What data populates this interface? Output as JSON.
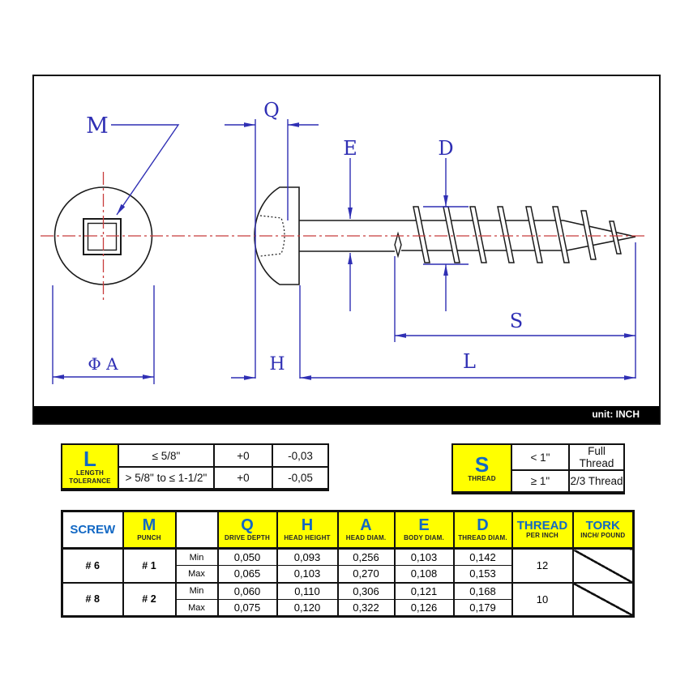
{
  "drawing": {
    "unit_label": "unit: INCH",
    "labels": {
      "m": "M",
      "q": "Q",
      "e": "E",
      "d": "D",
      "s": "S",
      "h": "H",
      "l": "L",
      "phi_a": "Φ A"
    },
    "colors": {
      "dimension_blue": "#2f2fb4",
      "centerline_red": "#c83c3c",
      "outline_black": "#1a1a1a",
      "accent_yellow": "#ffff00",
      "header_blue": "#1268c4"
    }
  },
  "tolerance_table": {
    "letter": "L",
    "label": "LENGTH TOLERANCE",
    "rows": [
      {
        "range": "≤ 5/8\"",
        "plus": "+0",
        "minus": "-0,03"
      },
      {
        "range": "> 5/8\" to ≤ 1-1/2\"",
        "plus": "+0",
        "minus": "-0,05"
      }
    ]
  },
  "thread_table": {
    "letter": "S",
    "label": "THREAD",
    "rows": [
      {
        "range": "< 1\"",
        "value": "Full Thread"
      },
      {
        "range": "≥ 1\"",
        "value": "2/3 Thread"
      }
    ]
  },
  "spec": {
    "screw_header": "SCREW",
    "min_label": "Min",
    "max_label": "Max",
    "cols": {
      "m": {
        "letter": "M",
        "sub": "PUNCH"
      },
      "q": {
        "letter": "Q",
        "sub": "DRIVE DEPTH"
      },
      "h": {
        "letter": "H",
        "sub": "HEAD HEIGHT"
      },
      "a": {
        "letter": "A",
        "sub": "HEAD DIAM."
      },
      "e": {
        "letter": "E",
        "sub": "BODY DIAM."
      },
      "d": {
        "letter": "D",
        "sub": "THREAD DIAM."
      },
      "thread": {
        "letter": "THREAD",
        "sub": "PER INCH"
      },
      "tork": {
        "letter": "TORK",
        "sub": "INCH/ POUND"
      }
    },
    "rows": [
      {
        "screw": "# 6",
        "punch": "# 1",
        "thread_per_inch": "12",
        "min": {
          "q": "0,050",
          "h": "0,093",
          "a": "0,256",
          "e": "0,103",
          "d": "0,142"
        },
        "max": {
          "q": "0,065",
          "h": "0,103",
          "a": "0,270",
          "e": "0,108",
          "d": "0,153"
        }
      },
      {
        "screw": "# 8",
        "punch": "# 2",
        "thread_per_inch": "10",
        "min": {
          "q": "0,060",
          "h": "0,110",
          "a": "0,306",
          "e": "0,121",
          "d": "0,168"
        },
        "max": {
          "q": "0,075",
          "h": "0,120",
          "a": "0,322",
          "e": "0,126",
          "d": "0,179"
        }
      }
    ]
  }
}
